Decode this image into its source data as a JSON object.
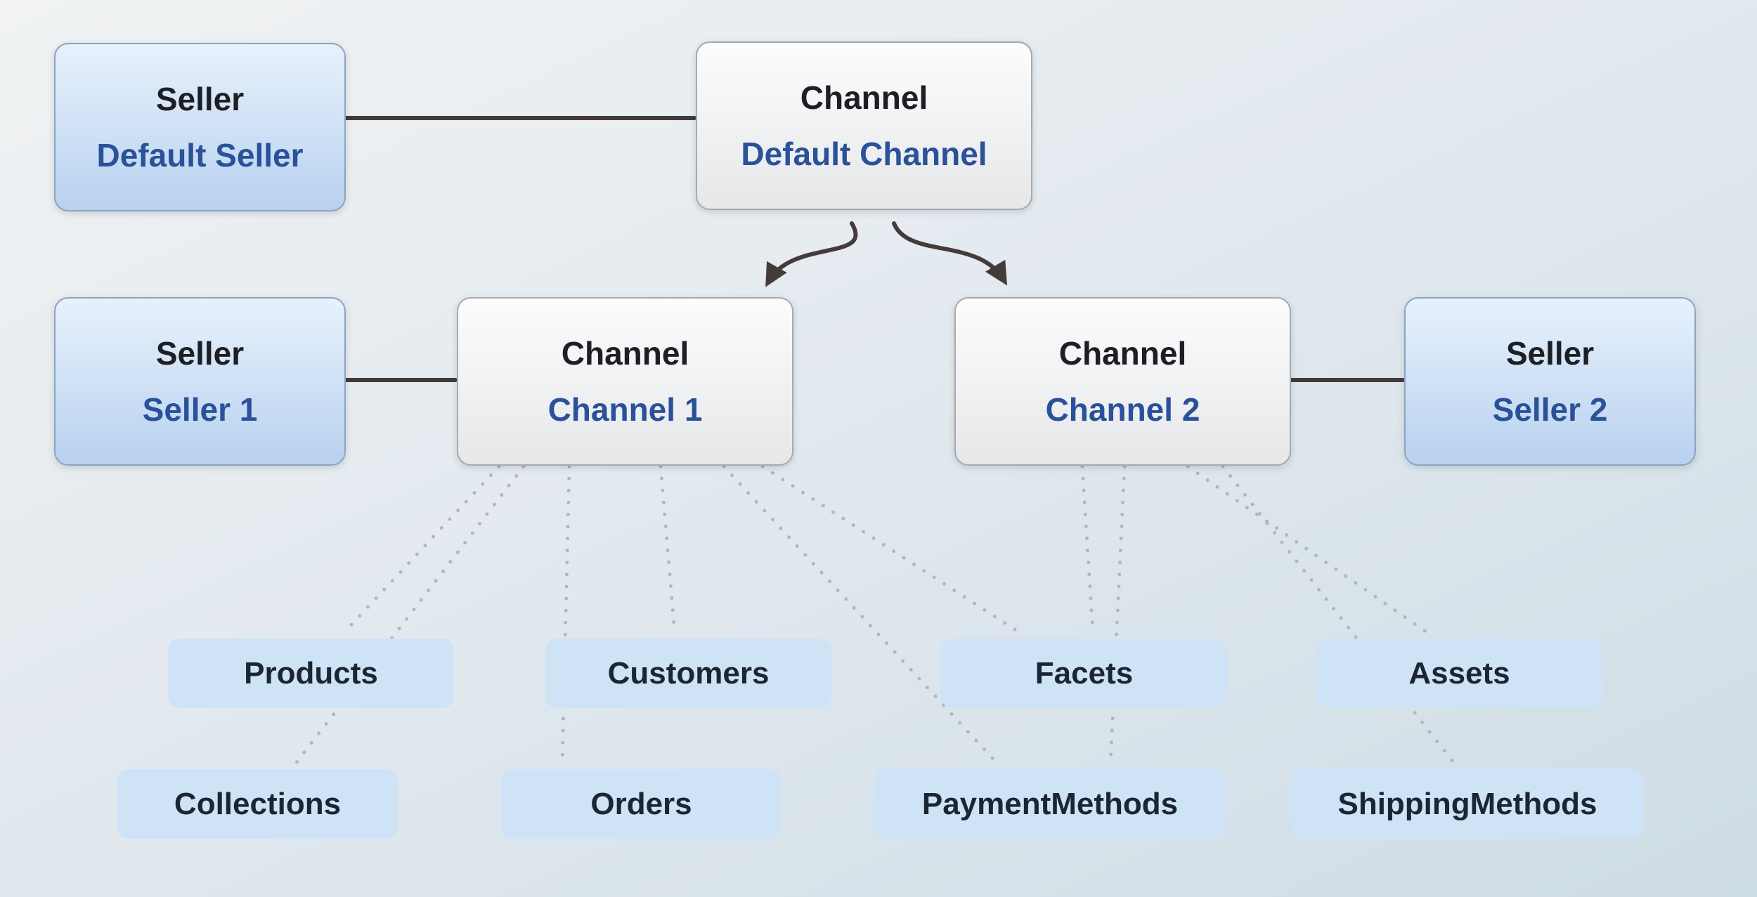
{
  "diagram": {
    "nodes": {
      "default_seller": {
        "type": "Seller",
        "name": "Default Seller"
      },
      "default_channel": {
        "type": "Channel",
        "name": "Default Channel"
      },
      "seller_1": {
        "type": "Seller",
        "name": "Seller 1"
      },
      "channel_1": {
        "type": "Channel",
        "name": "Channel 1"
      },
      "channel_2": {
        "type": "Channel",
        "name": "Channel 2"
      },
      "seller_2": {
        "type": "Seller",
        "name": "Seller 2"
      }
    },
    "entities": {
      "products": "Products",
      "customers": "Customers",
      "facets": "Facets",
      "assets": "Assets",
      "collections": "Collections",
      "orders": "Orders",
      "payment_methods": "PaymentMethods",
      "shipping_methods": "ShippingMethods"
    },
    "edges": {
      "solid": [
        {
          "from": "default_seller",
          "to": "default_channel"
        },
        {
          "from": "seller_1",
          "to": "channel_1"
        },
        {
          "from": "channel_2",
          "to": "seller_2"
        }
      ],
      "arrows": [
        {
          "from": "default_channel",
          "to": "channel_1"
        },
        {
          "from": "default_channel",
          "to": "channel_2"
        }
      ],
      "dotted": [
        {
          "from": "channel_1",
          "to": "products"
        },
        {
          "from": "channel_1",
          "to": "collections"
        },
        {
          "from": "channel_1",
          "to": "customers"
        },
        {
          "from": "channel_1",
          "to": "orders"
        },
        {
          "from": "channel_1",
          "to": "facets"
        },
        {
          "from": "channel_1",
          "to": "payment_methods"
        },
        {
          "from": "channel_2",
          "to": "facets"
        },
        {
          "from": "channel_2",
          "to": "payment_methods"
        },
        {
          "from": "channel_2",
          "to": "assets"
        },
        {
          "from": "channel_2",
          "to": "shipping_methods"
        }
      ]
    },
    "colors": {
      "seller_box_top": "#e7f1fc",
      "seller_box_bottom": "#b8d1ef",
      "channel_box_top": "#fcfcfd",
      "channel_box_bottom": "#e6e7e9",
      "entity_box": "#cfe3f7",
      "title_text": "#1d1f24",
      "subtitle_text": "#2a5199",
      "solid_line": "#433a3a",
      "dotted_line": "#b4b7ba",
      "background_top": "#f0f2f3",
      "background_bottom": "#cedce5"
    }
  }
}
